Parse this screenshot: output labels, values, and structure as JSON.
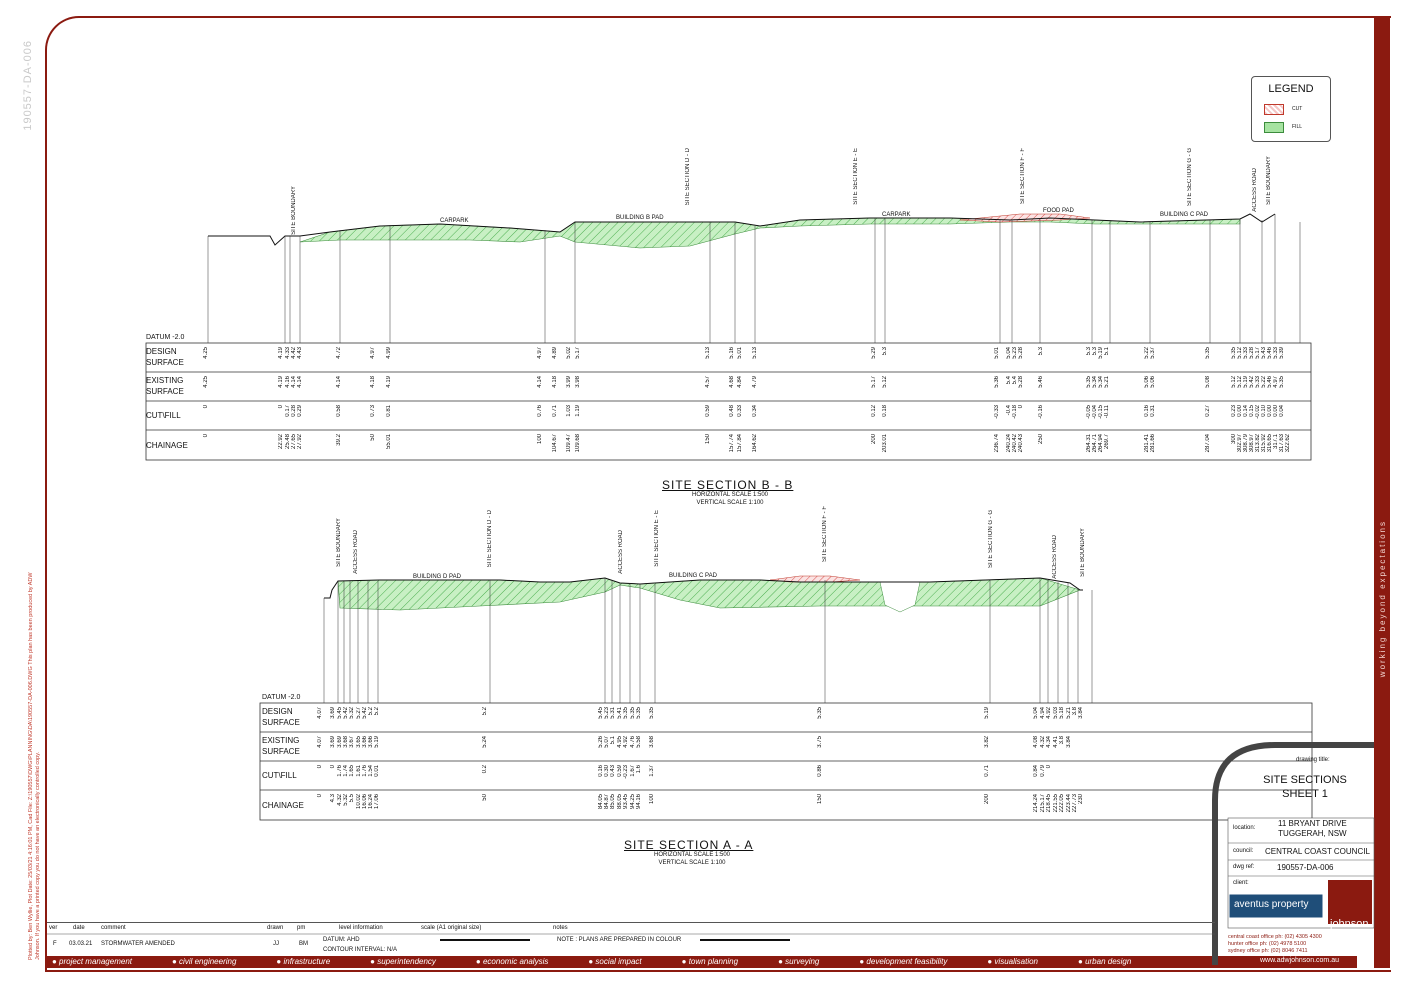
{
  "watermark": "190557-DA-006",
  "plot_note": "Plotted by: Ben Wyllie, Plot Date: 25/03/21 4:16:01 PM, Cad File: Z:\\190557\\DWG\\PLANNING\\DA\\190557-DA-006.DWG",
  "plot_warning": "This plan has been produced by ADW Johnson. If you have a printed copy you do not have an electronically controlled copy.",
  "tagline": "working beyond expectations",
  "legend": {
    "title": "LEGEND",
    "items": [
      {
        "label": "CUT",
        "color": "#d9534f"
      },
      {
        "label": "FILL",
        "color": "#5cb85c"
      }
    ]
  },
  "sections": [
    {
      "title": "SITE SECTION B - B",
      "hscale": "HORIZONTAL SCALE 1:500",
      "vscale": "VERTICAL SCALE 1:100",
      "datum": "DATUM -2.0",
      "row_labels": [
        "DESIGN\nSURFACE",
        "EXISTING\nSURFACE",
        "CUT\\FILL",
        "CHAINAGE"
      ],
      "features": [
        "SITE BOUNDARY",
        "CARPARK",
        "BUILDING B PAD",
        "SITE SECTION D - D",
        "SITE SECTION E - E",
        "CARPARK",
        "SITE SECTION F - F",
        "FOOD PAD",
        "SITE SECTION G - G",
        "BUILDING C PAD",
        "ACCESS ROAD",
        "SITE BOUNDARY"
      ],
      "design": [
        "4.25",
        "4.19",
        "4.33",
        "4.42",
        "4.43",
        "4.72",
        "4.97",
        "4.99",
        "4.97",
        "4.89",
        "5.02",
        "5.17",
        "5.13",
        "5.16",
        "5.01",
        "5.13",
        "5.29",
        "5.3",
        "5.01",
        "5.04",
        "5.23",
        "5.28",
        "5.3",
        "5.3",
        "5.3",
        "5.19",
        "5.1",
        "5.22",
        "5.37",
        "5.35",
        "5.35",
        "5.12",
        "5.33",
        "5.28",
        "5.17",
        "5.43",
        "5.46",
        "5.33",
        "5.39"
      ],
      "existing": [
        "4.25",
        "4.19",
        "4.16",
        "4.14",
        "4.14",
        "4.14",
        "4.18",
        "4.19",
        "4.14",
        "4.18",
        "3.99",
        "3.98",
        "4.57",
        "4.68",
        "4.84",
        "4.79",
        "5.17",
        "5.12",
        "5.36",
        "5.4",
        "5.4",
        "5.28",
        "5.46",
        "5.35",
        "5.34",
        "5.34",
        "5.21",
        "5.06",
        "5.06",
        "5.08",
        "5.12",
        "5.12",
        "5.19",
        "5.42",
        "5.33",
        "5.22",
        "5.46",
        "4.97",
        "5.35"
      ],
      "cut": [
        "0",
        "0",
        "0.17",
        "0.28",
        "0.29",
        "0.58",
        "0.73",
        "0.81",
        "0.76",
        "0.71",
        "1.03",
        "1.19",
        "0.59",
        "0.48",
        "0.33",
        "0.34",
        "0.12",
        "0.18",
        "-0.33",
        "-0.4",
        "-0.18",
        "0",
        "-0.16",
        "-0.05",
        "-0.04",
        "-0.15",
        "-0.11",
        "0.16",
        "0.31",
        "0.27",
        "0.23",
        "0.00",
        "0.14",
        "0.15",
        "-0.02",
        "0.10",
        "0.00",
        "0.00",
        "0.04"
      ],
      "chainage": [
        "0",
        "22.92",
        "25.48",
        "27.65",
        "27.92",
        "39.2",
        "50",
        "55.01",
        "100",
        "104.67",
        "109.47",
        "109.68",
        "150",
        "157.74",
        "157.84",
        "164.62",
        "200",
        "203.01",
        "236.74",
        "240.24",
        "240.42",
        "240.43",
        "250",
        "264.31",
        "264.71",
        "264.94",
        "269.7",
        "281.41",
        "281.66",
        "287.04",
        "300",
        "302.97",
        "308.79",
        "308.97",
        "313.82",
        "315.92",
        "316.65",
        "317.1",
        "317.63",
        "322.62"
      ]
    },
    {
      "title": "SITE SECTION A - A",
      "hscale": "HORIZONTAL SCALE 1:500",
      "vscale": "VERTICAL SCALE 1:100",
      "datum": "DATUM -2.0",
      "row_labels": [
        "DESIGN\nSURFACE",
        "EXISTING\nSURFACE",
        "CUT\\FILL",
        "CHAINAGE"
      ],
      "features": [
        "SITE BOUNDARY",
        "ACCESS ROAD",
        "BUILDING D PAD",
        "SITE SECTION D - D",
        "ACCESS ROAD",
        "SITE SECTION E - E",
        "BUILDING C PAD",
        "SITE SECTION F - F",
        "SITE SECTION G - G",
        "ACCESS ROAD",
        "SITE BOUNDARY"
      ],
      "design": [
        "4.07",
        "3.69",
        "5.45",
        "5.42",
        "5.32",
        "5.27",
        "5.42",
        "5.2",
        "5.2",
        "5.2",
        "5.45",
        "5.23",
        "5.31",
        "5.41",
        "5.35",
        "5.35",
        "5.35",
        "5.35",
        "5.35",
        "5.19",
        "5.04",
        "4.94",
        "4.92",
        "5.03",
        "5.18",
        "5.21",
        "3.8",
        "3.84"
      ],
      "existing": [
        "4.07",
        "3.69",
        "3.69",
        "3.68",
        "3.67",
        "3.65",
        "3.66",
        "3.66",
        "5.19",
        "5.24",
        "5.26",
        "5.07",
        "5.1",
        "4.95",
        "4.92",
        "4.76",
        "5.58",
        "3.68",
        "3.75",
        "3.82",
        "4.08",
        "4.32",
        "4.34",
        "4.41",
        "3.8",
        "3.84"
      ],
      "cut": [
        "0",
        "0",
        "1.76",
        "1.74",
        "1.65",
        "1.61",
        "1.76",
        "1.54",
        "0.01",
        "0.2",
        "0.16",
        "0.30",
        "0.43",
        "0.59",
        "-0.23",
        "1.67",
        "1.6",
        "1.37",
        "0.86",
        "0.71",
        "0.84",
        "0.79",
        "0"
      ],
      "chainage": [
        "0",
        "4.3",
        "4.32",
        "5.32",
        "5.5",
        "10.02",
        "16.06",
        "16.24",
        "17.06",
        "50",
        "84.05",
        "84.87",
        "85.05",
        "88.05",
        "93.45",
        "94.25",
        "94.16",
        "100",
        "150",
        "200",
        "214.24",
        "215.17",
        "218.45",
        "221.55",
        "222.05",
        "223.44",
        "227.73",
        "230"
      ]
    }
  ],
  "title_block": {
    "drawing_title_label": "drawing title:",
    "drawing_title": "SITE SECTIONS\nSHEET 1",
    "location_label": "location:",
    "location": "11 BRYANT DRIVE\nTUGGERAH, NSW",
    "council_label": "council:",
    "council": "CENTRAL COAST COUNCIL",
    "dwg_ref_label": "dwg ref:",
    "dwg_ref": "190557-DA-006",
    "client_label": "client:",
    "client": "aventus property",
    "company": "johnson",
    "offices": [
      {
        "name": "central coast office",
        "ph": "ph: (02) 4305 4300"
      },
      {
        "name": "hunter office",
        "ph": "ph: (02) 4978 5100"
      },
      {
        "name": "sydney office",
        "ph": "ph: (02) 8046 7411"
      }
    ],
    "website": "www.adwjohnson.com.au"
  },
  "revision": {
    "headers": [
      "ver",
      "date",
      "comment",
      "drawn",
      "pm",
      "level information",
      "scale (A1 original size)",
      "notes"
    ],
    "row": {
      "ver": "F",
      "date": "03.03.21",
      "comment": "STORMWATER AMENDED",
      "drawn": "JJ",
      "pm": "BM"
    },
    "datum": "DATUM: AHD",
    "contour": "CONTOUR INTERVAL: N/A",
    "note": "NOTE : PLANS ARE PREPARED IN COLOUR"
  },
  "services": [
    "project management",
    "civil engineering",
    "infrastructure",
    "superintendency",
    "economic analysis",
    "social impact",
    "town planning",
    "surveying",
    "development feasibility",
    "visualisation",
    "urban design"
  ]
}
